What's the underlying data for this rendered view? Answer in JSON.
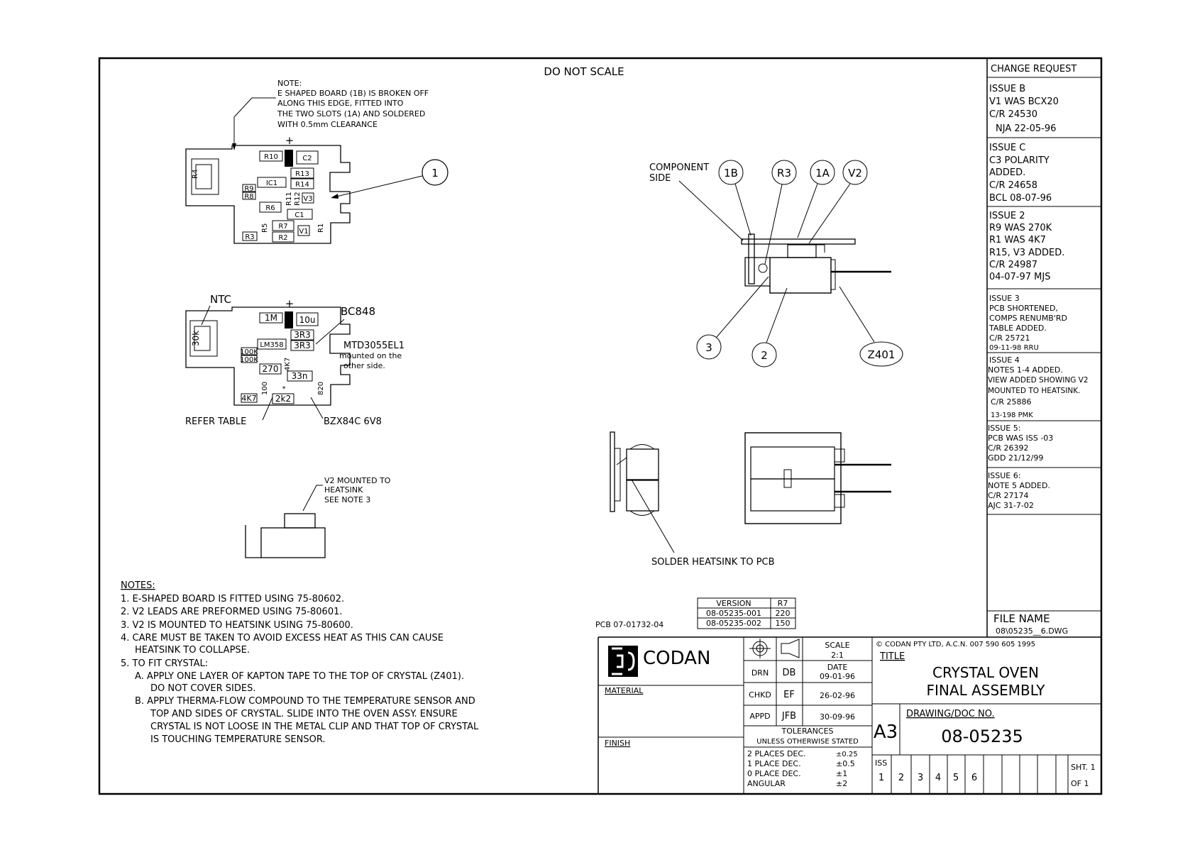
{
  "header": {
    "do_not_scale": "DO NOT SCALE"
  },
  "note_top": [
    "NOTE:",
    "E SHAPED BOARD (1B) IS BROKEN OFF",
    "ALONG THIS EDGE, FITTED INTO",
    "THE TWO SLOTS (1A) AND SOLDERED",
    "WITH 0.5mm CLEARANCE"
  ],
  "board1": {
    "plus": "+",
    "parts": [
      "R4",
      "R10",
      "C2",
      "R13",
      "IC1",
      "R14",
      "R9",
      "R8",
      "R11",
      "R12",
      "V3",
      "R6",
      "C1",
      "R5",
      "R7",
      "V1",
      "R1",
      "R3",
      "R2"
    ]
  },
  "board2": {
    "plus": "+",
    "ntc": "NTC",
    "bc848": "BC848",
    "mtd": [
      "MTD3055EL1",
      "mounted on the",
      "other side."
    ],
    "refer_table": "REFER TABLE",
    "bzx": "BZX84C 6V8",
    "parts": [
      "30k",
      "1M",
      "10u",
      "3R3",
      "LM358",
      "3R3",
      "100K",
      "100K",
      "4K7",
      "270",
      "33n",
      "4K7",
      "100",
      "2k2",
      "820",
      "*"
    ]
  },
  "v2_note": [
    "V2 MOUNTED TO",
    "HEATSINK",
    "SEE NOTE 3"
  ],
  "callouts": {
    "component_side": [
      "COMPONENT",
      "SIDE"
    ],
    "labels": [
      "1B",
      "R3",
      "1A",
      "V2",
      "3",
      "2",
      "Z401",
      "1"
    ],
    "solder": "SOLDER HEATSINK TO PCB"
  },
  "notes": {
    "title": "NOTES:",
    "lines": [
      "1. E-SHAPED BOARD IS FITTED USING 75-80602.",
      "2. V2 LEADS ARE PREFORMED USING 75-80601.",
      "3. V2 IS MOUNTED TO HEATSINK USING 75-80600.",
      "4. CARE MUST BE TAKEN TO AVOID EXCESS HEAT AS THIS CAN CAUSE",
      "HEATSINK TO COLLAPSE.",
      "5. TO FIT CRYSTAL:",
      "A. APPLY ONE LAYER OF KAPTON TAPE TO THE TOP OF CRYSTAL (Z401).",
      "DO NOT COVER SIDES.",
      "B. APPLY THERMA-FLOW COMPOUND TO THE TEMPERATURE SENSOR AND",
      "TOP AND SIDES OF CRYSTAL.  SLIDE INTO THE OVEN ASSY.  ENSURE",
      "CRYSTAL IS NOT LOOSE IN THE METAL CLIP AND THAT TOP OF CRYSTAL",
      "IS TOUCHING TEMPERATURE SENSOR."
    ]
  },
  "version_table": {
    "headers": [
      "VERSION",
      "R7"
    ],
    "rows": [
      [
        "08-05235-001",
        "220"
      ],
      [
        "08-05235-002",
        "150"
      ]
    ],
    "pcb": "PCB 07-01732-04"
  },
  "change_request": {
    "title": "CHANGE REQUEST",
    "issue_b": [
      "ISSUE B",
      "V1 WAS BCX20",
      "C/R 24530",
      "NJA  22-05-96"
    ],
    "issue_c": [
      "ISSUE C",
      "C3 POLARITY",
      "ADDED.",
      "C/R 24658",
      "BCL  08-07-96"
    ],
    "issue_2": [
      "ISSUE 2",
      "R9 WAS 270K",
      "R1 WAS 4K7",
      "R15, V3 ADDED.",
      "C/R 24987",
      "04-07-97  MJS"
    ],
    "issue_3": [
      "ISSUE 3",
      "PCB SHORTENED,",
      "COMPS RENUMB'RD",
      "TABLE ADDED.",
      "C/R 25721",
      "09-11-98  RRU"
    ],
    "issue_4": [
      "ISSUE 4",
      "NOTES 1-4 ADDED.",
      "VIEW ADDED SHOWING V2",
      "MOUNTED TO HEATSINK.",
      "C/R 25886",
      "13-198  PMK"
    ],
    "issue_5": [
      "ISSUE 5:",
      "PCB WAS ISS -03",
      "C/R 26392",
      "GDD 21/12/99"
    ],
    "issue_6": [
      "ISSUE 6:",
      "NOTE 5 ADDED.",
      "C/R 27174",
      "AJC 31-7-02"
    ]
  },
  "file_name": {
    "label": "FILE NAME",
    "value": "08\\05235__6.DWG"
  },
  "title_block": {
    "company": "CODAN",
    "material": "MATERIAL",
    "finish": "FINISH",
    "scale_label": "SCALE",
    "scale": "2:1",
    "copyright": "© CODAN  PTY LTD, A.C.N. 007 590 605  1995",
    "title_label": "TITLE",
    "title_1": "CRYSTAL OVEN",
    "title_2": "FINAL ASSEMBLY",
    "drn": "DRN",
    "drn_by": "DB",
    "date_label": "DATE",
    "drn_date": "09-01-96",
    "chkd": "CHKD",
    "chkd_by": "EF",
    "chkd_date": "26-02-96",
    "appd": "APPD",
    "appd_by": "JFB",
    "appd_date": "30-09-96",
    "tolerances": "TOLERANCES",
    "unless": "UNLESS OTHERWISE STATED",
    "tol_rows": [
      [
        "2 PLACES DEC.",
        "±0.25"
      ],
      [
        "1 PLACE DEC.",
        "±0.5"
      ],
      [
        "0 PLACE DEC.",
        "±1"
      ],
      [
        "ANGULAR",
        "±2"
      ]
    ],
    "size": "A3",
    "drawing_label": "DRAWING/DOC NO.",
    "drawing_no": "08-05235",
    "iss": "ISS",
    "iss_numbers": [
      "1",
      "2",
      "3",
      "4",
      "5",
      "6"
    ],
    "sht": "SHT. 1",
    "of": "OF   1"
  }
}
